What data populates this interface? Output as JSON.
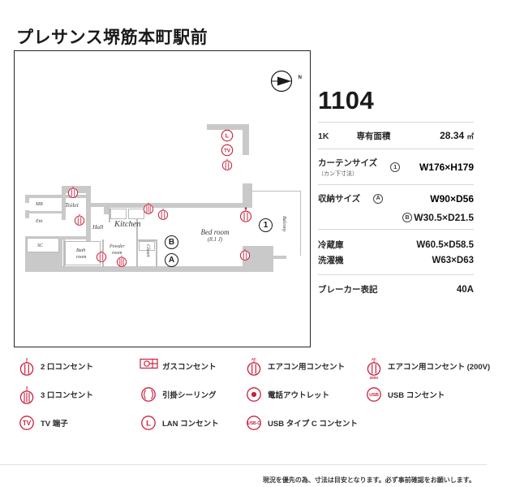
{
  "title": "プレサンス堺筋本町駅前",
  "compass": {
    "icon": "compass-north-arrow",
    "letter": "N"
  },
  "floor_plan": {
    "rooms": [
      {
        "label": "MB",
        "style": "sm"
      },
      {
        "label": "Toilet",
        "style": "md"
      },
      {
        "label": "Ent",
        "style": "sm"
      },
      {
        "label": "SC",
        "style": "sm"
      },
      {
        "label": "Hall",
        "style": "md"
      },
      {
        "label": "Kitchen",
        "style": "lg"
      },
      {
        "label": "Bath",
        "style": "sm"
      },
      {
        "label": "room",
        "style": "sm"
      },
      {
        "label": "Powder",
        "style": "sm"
      },
      {
        "label": "room",
        "style": "sm"
      },
      {
        "label": "Closet",
        "style": "sm"
      },
      {
        "label": "Balcony",
        "style": "sm"
      }
    ],
    "bedroom": {
      "name": "Bed room",
      "size": "(8.1 J)"
    },
    "markers": [
      {
        "label": "1",
        "name": "curtain-marker-1"
      },
      {
        "label": "A",
        "name": "storage-marker-a"
      },
      {
        "label": "B",
        "name": "storage-marker-b"
      }
    ]
  },
  "spec": {
    "unit_number": "1104",
    "layout": "1K",
    "area_label": "専有面積",
    "area_value": "28.34",
    "area_unit": "㎡",
    "curtain": {
      "label": "カーテンサイズ",
      "sub": "（カン下寸法）",
      "marker": "1",
      "value": "W176×H179"
    },
    "storage": {
      "label": "収納サイズ",
      "a_marker": "A",
      "a_value": "W90×D56",
      "b_marker": "B",
      "b_value": "W30.5×D21.5"
    },
    "fridge": {
      "label": "冷蔵庫",
      "value": "W60.5×D58.5"
    },
    "washer": {
      "label": "洗濯機",
      "value": "W63×D63"
    },
    "breaker": {
      "label": "ブレーカー表記",
      "value": "40A"
    }
  },
  "legend": {
    "items": [
      {
        "icon": "outlet-2-socket-icon",
        "label": "2 口コンセント",
        "badge": "2"
      },
      {
        "icon": "gas-outlet-icon",
        "label": "ガスコンセント",
        "badge": ""
      },
      {
        "icon": "ac-outlet-icon",
        "label": "エアコン用コンセント",
        "badge": "AC"
      },
      {
        "icon": "ac-outlet-200v-icon",
        "label": "エアコン用コンセント (200V)",
        "badge": "AC"
      },
      {
        "icon": "outlet-3-socket-icon",
        "label": "3 口コンセント",
        "badge": "3"
      },
      {
        "icon": "ceiling-hook-icon",
        "label": "引掛シーリング",
        "badge": ""
      },
      {
        "icon": "telephone-outlet-icon",
        "label": "電話アウトレット",
        "badge": ""
      },
      {
        "icon": "usb-outlet-icon",
        "label": "USB コンセント",
        "badge": "USB"
      },
      {
        "icon": "tv-terminal-icon",
        "label": "TV 端子",
        "badge": "TV"
      },
      {
        "icon": "lan-outlet-icon",
        "label": "LAN コンセント",
        "badge": "L"
      },
      {
        "icon": "usb-c-outlet-icon",
        "label": "USB タイプ C コンセント",
        "badge": "USB-C"
      }
    ],
    "ac_200v_sub": "200V"
  },
  "footer": {
    "note": "現況を優先の為、寸法は目安となります。必ず事前確認をお願いします。"
  },
  "colors": {
    "symbol_red": "#c8203c",
    "wall_gray": "#c9c9c9",
    "text_dark": "#1a1a1a"
  }
}
